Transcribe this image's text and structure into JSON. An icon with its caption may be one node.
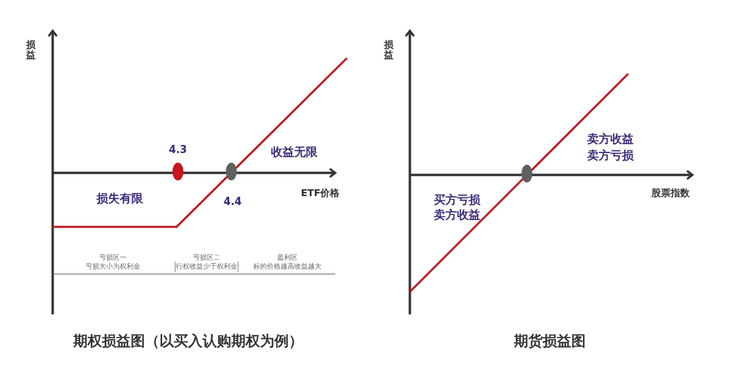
{
  "diagram": {
    "labels": [
      "损益",
      "4.3",
      "收益无限",
      "损失有限",
      "4.4",
      "ETF价格",
      "亏损区一",
      "亏损大小为权利金",
      "亏损区二",
      "行权收益少于权利金",
      "盈利区",
      "标的价格越高收益越大",
      "期权损益图（以买入认购期权为例）",
      "损益",
      "卖方收益",
      "卖方亏损",
      "股票指数",
      "买方亏损",
      "卖方收益",
      "期货损益图"
    ]
  }
}
